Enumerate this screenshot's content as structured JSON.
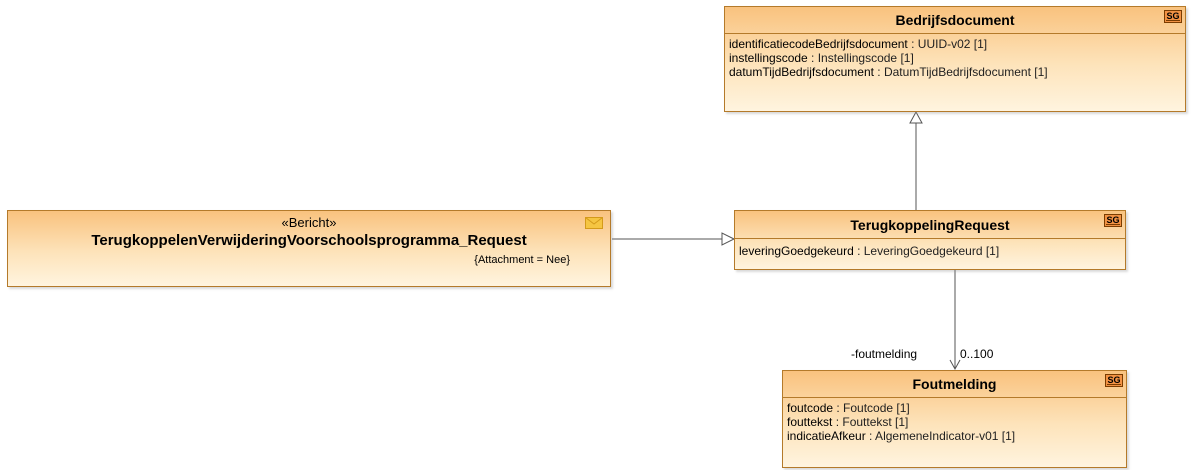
{
  "classes": {
    "bedrijfsdocument": {
      "name": "Bedrijfsdocument",
      "badge": "SG",
      "attributes": [
        {
          "name": "identificatiecodeBedrijfsdocument",
          "type": " : UUID-v02 [1]"
        },
        {
          "name": "instellingscode",
          "type": " : Instellingscode [1]"
        },
        {
          "name": "datumTijdBedrijfsdocument",
          "type": " : DatumTijdBedrijfsdocument [1]"
        }
      ]
    },
    "request_message": {
      "stereotype": "«Bericht»",
      "name": "TerugkoppelenVerwijderingVoorschoolsprogramma_Request",
      "tagged_value": "{Attachment = Nee}",
      "icon": "envelope-icon"
    },
    "terugkoppeling_request": {
      "name": "TerugkoppelingRequest",
      "badge": "SG",
      "attributes": [
        {
          "name": "leveringGoedgekeurd",
          "type": " : LeveringGoedgekeurd [1]"
        }
      ]
    },
    "foutmelding": {
      "name": "Foutmelding",
      "badge": "SG",
      "attributes": [
        {
          "name": "foutcode",
          "type": " : Foutcode [1]"
        },
        {
          "name": "fouttekst",
          "type": " : Fouttekst [1]"
        },
        {
          "name": "indicatieAfkeur",
          "type": " : AlgemeneIndicator-v01 [1]"
        }
      ]
    }
  },
  "association": {
    "role": "-foutmelding",
    "multiplicity": "0..100"
  },
  "colors": {
    "class_fill_top": "#f9c27e",
    "class_fill_bottom": "#fff4df",
    "class_border": "#b47a2a",
    "badge_fill": "#f29244",
    "envelope": "#f5c542"
  }
}
